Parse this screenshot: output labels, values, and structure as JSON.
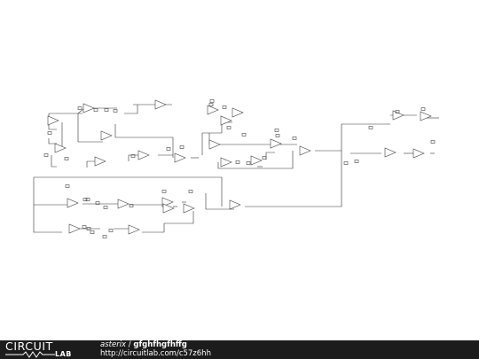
{
  "footer": {
    "logo_top": "CIRCUIT",
    "logo_bottom": "LAB",
    "author": "asterix",
    "separator": " / ",
    "title": "gfghfhgfhffg",
    "url": "http://circuitlab.com/c57z6hh"
  },
  "colors": {
    "wire": "#333333",
    "component": "#444444",
    "footer_bg": "#1c1c1c",
    "footer_text": "#ffffff"
  }
}
